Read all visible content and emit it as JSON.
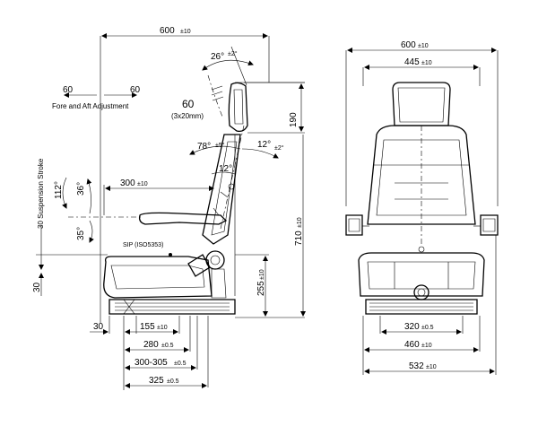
{
  "side_view": {
    "overall_width": "600",
    "overall_width_tol": "±10",
    "headrest_tilt": "26°",
    "headrest_tilt_tol": "±2°",
    "fore_aft_left": "60",
    "fore_aft_right": "60",
    "fore_aft_label": "Fore and Aft Adjustment",
    "headrest_adjust": "60",
    "headrest_adjust_note": "(3x20mm)",
    "headrest_height": "190",
    "backrest_angle_front": "78°",
    "backrest_angle_front_tol": "±5°",
    "backrest_angle_rear": "12°",
    "backrest_angle_rear_tol": "±2°",
    "backrest_tilt": "12°",
    "suspension_label": "30 Suspension Stroke",
    "suspension_bottom": "30",
    "armrest_upper_angle": "112°",
    "armrest_angle": "36°",
    "armrest_lower_angle": "35°",
    "armrest_length": "300",
    "armrest_length_tol": "±10",
    "sip_label": "SIP (ISO5353)",
    "total_height": "710",
    "total_height_tol": "±10",
    "base_height": "255",
    "base_height_tol": "±10",
    "dim_30": "30",
    "dim_155": "155",
    "dim_155_tol": "±10",
    "dim_280": "280",
    "dim_280_tol": "±0.5",
    "dim_300_305": "300-305",
    "dim_300_305_tol": "±0.5",
    "dim_325": "325",
    "dim_325_tol": "±0.5"
  },
  "front_view": {
    "overall_width": "600",
    "overall_width_tol": "±10",
    "backrest_width": "445",
    "backrest_width_tol": "±10",
    "rail_spacing": "320",
    "rail_spacing_tol": "±0.5",
    "base_width": "460",
    "base_width_tol": "±10",
    "total_width": "532",
    "total_width_tol": "±10"
  }
}
